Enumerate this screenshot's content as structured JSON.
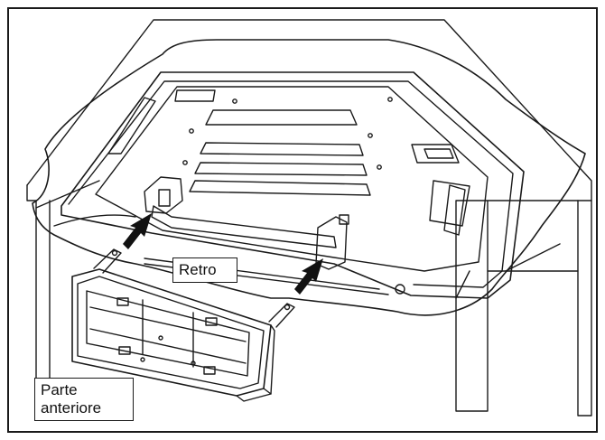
{
  "labels": {
    "retro": "Retro",
    "front_line1": "Parte",
    "front_line2": "anteriore"
  },
  "colors": {
    "line": "#1a1a1a",
    "arrow": "#111111",
    "paper": "#ffffff"
  },
  "icons": {
    "arrows": [
      "insert-arrow-left",
      "insert-arrow-right"
    ]
  }
}
